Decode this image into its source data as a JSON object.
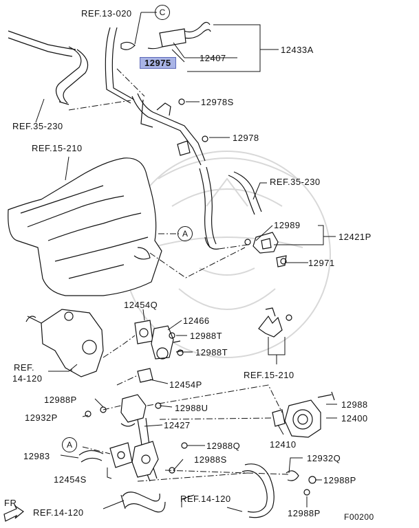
{
  "diagram": {
    "labels": {
      "ref_13_020": "REF.13-020",
      "part_12975": "12975",
      "part_12407": "12407",
      "part_12433A": "12433A",
      "ref_35_230_left": "REF.35-230",
      "part_12978S": "12978S",
      "part_12978": "12978",
      "ref_15_210_top": "REF.15-210",
      "ref_35_230_right": "REF.35-230",
      "part_12989": "12989",
      "part_12421P": "12421P",
      "part_12971": "12971",
      "part_12454Q": "12454Q",
      "part_12466": "12466",
      "part_12988T_a": "12988T",
      "part_12988T_b": "12988T",
      "ref_14_120_left_a": "REF.",
      "ref_14_120_left_b": "14-120",
      "ref_15_210_bottom": "REF.15-210",
      "part_12454P": "12454P",
      "part_12988P_left": "12988P",
      "part_12988U": "12988U",
      "part_12932P": "12932P",
      "part_12427": "12427",
      "part_12988": "12988",
      "part_12400": "12400",
      "part_12410": "12410",
      "part_12988Q": "12988Q",
      "part_12983": "12983",
      "part_12988S": "12988S",
      "part_12932Q": "12932Q",
      "part_12454S": "12454S",
      "part_12988P_right_a": "12988P",
      "ref_14_120_mid": "REF.14-120",
      "direction_fr": "FR",
      "ref_14_120_bottom": "REF.14-120",
      "part_12988P_right_b": "12988P",
      "figure_code": "F00200"
    },
    "callouts": {
      "c_top": "C",
      "a_mid": "A",
      "a_left": "A"
    },
    "highlight_color": "#a9b4e6"
  }
}
